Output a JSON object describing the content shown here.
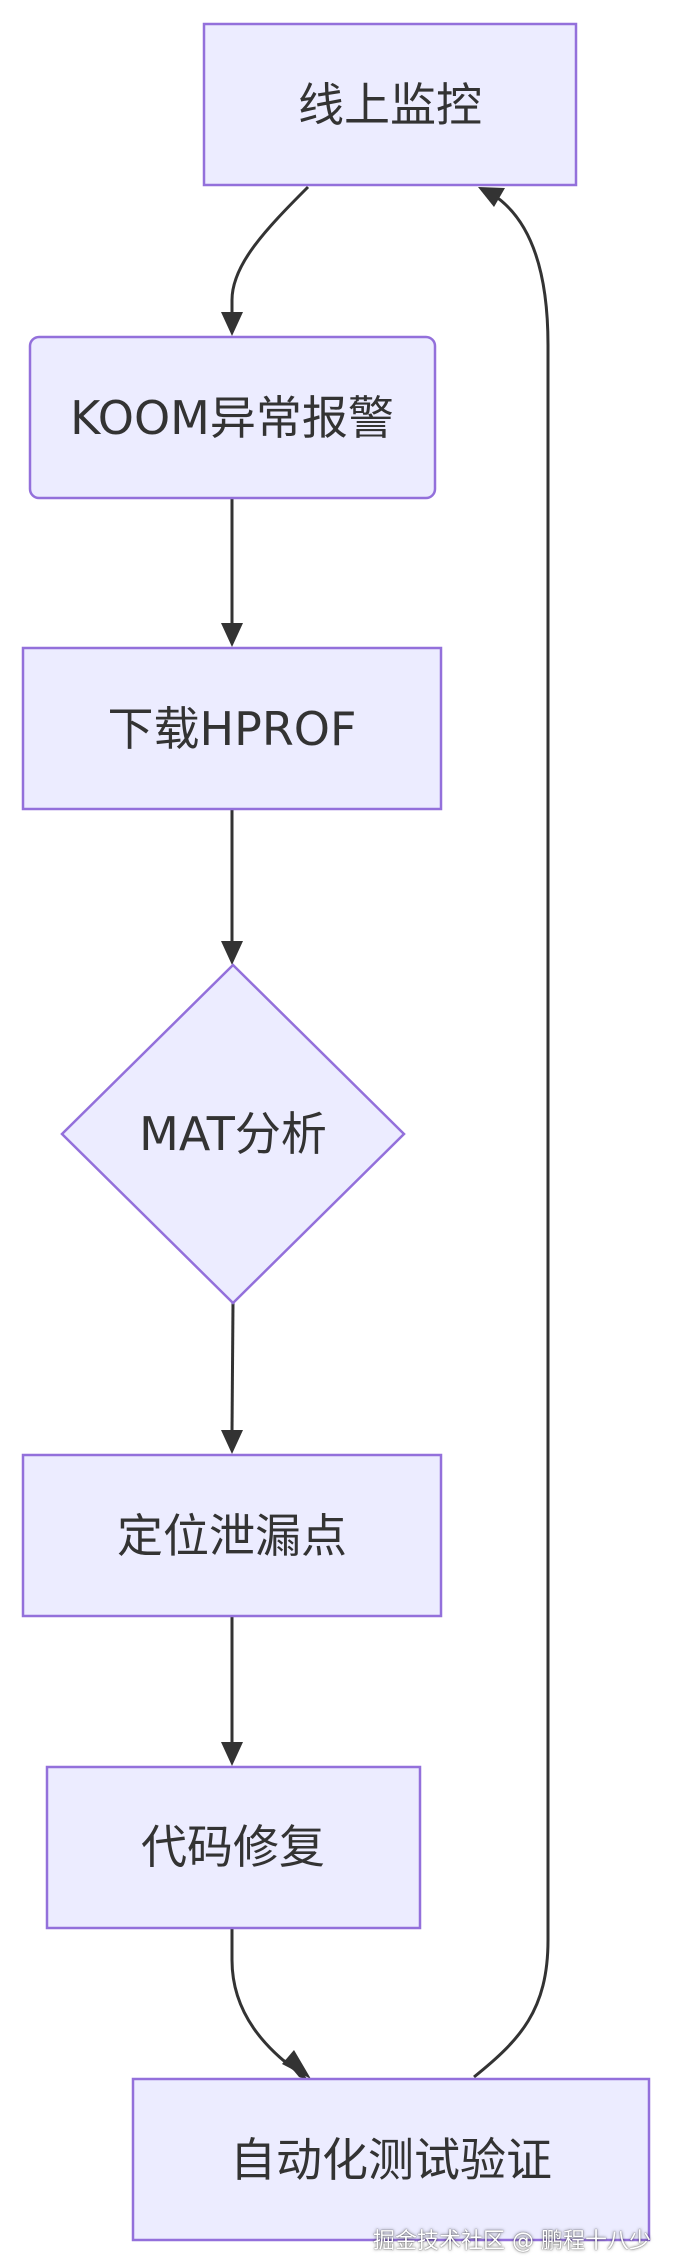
{
  "nodes": {
    "monitor": "线上监控",
    "koom": "KOOM异常报警",
    "download": "下载HPROF",
    "mat": "MAT分析",
    "locate": "定位泄漏点",
    "fix": "代码修复",
    "test": "自动化测试验证"
  },
  "colors": {
    "node_fill": "#ECECFF",
    "node_border": "#9370DB",
    "edge": "#333333",
    "text": "#333333"
  },
  "watermark": "掘金技术社区 @ 鹏程十八少"
}
